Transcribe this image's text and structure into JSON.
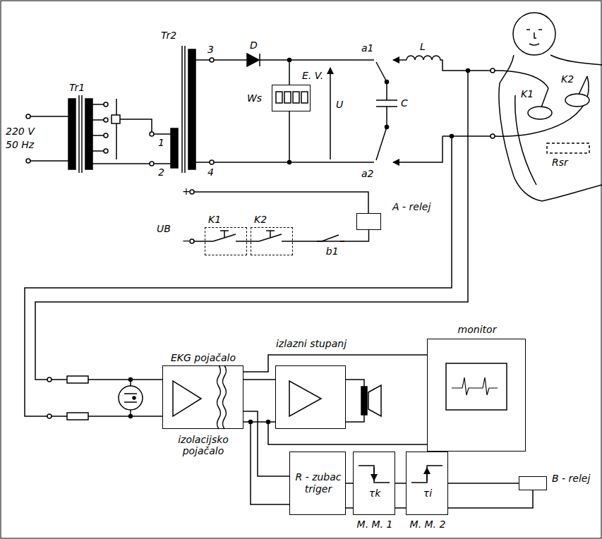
{
  "diagram": {
    "nodes": [
      {
        "text": [
          "E. V.",
          "Ws"
        ]
      },
      {
        "text": [
          "K1"
        ]
      },
      {
        "text": [
          "K2"
        ]
      },
      {
        "text": [
          "A - relej"
        ]
      },
      {
        "text": [
          "EKG pojačalo",
          "izolacijsko pojačalo"
        ]
      },
      {
        "text": [
          "izlazni stupanj"
        ]
      },
      {
        "text": [
          "monitor"
        ]
      },
      {
        "text": [
          "R - zubac triger"
        ]
      },
      {
        "text": [
          "τk",
          "M. M. 1"
        ]
      },
      {
        "text": [
          "τi",
          "M. M. 2"
        ]
      },
      {
        "text": [
          "B - relej"
        ]
      }
    ],
    "edges": [
      {
        "from": 1,
        "to": 2,
        "arrow": "none"
      },
      {
        "from": 2,
        "to": 3,
        "label": "b1",
        "arrow": "none"
      },
      {
        "from": 4,
        "to": 5,
        "arrow": "none"
      },
      {
        "from": 4,
        "to": 6,
        "arrow": "none"
      },
      {
        "from": 4,
        "to": 7,
        "arrow": "none"
      },
      {
        "from": 7,
        "to": 8,
        "arrow": "none"
      },
      {
        "from": 8,
        "to": 9,
        "arrow": "none"
      },
      {
        "from": 9,
        "to": 10,
        "arrow": "none"
      }
    ],
    "labels": [
      "Tr1",
      "Tr2",
      "220 V",
      "50 Hz",
      "1",
      "2",
      "3",
      "4",
      "D",
      "U",
      "C",
      "L",
      "a1",
      "a2",
      "+",
      "−",
      "UB",
      "K1",
      "K2",
      "Rsr"
    ]
  }
}
